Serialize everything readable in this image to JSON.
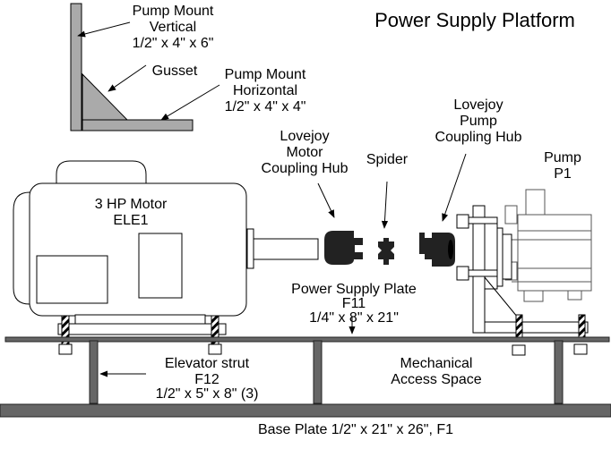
{
  "title": "Power Supply Platform",
  "labels": {
    "pump_mount_vertical": [
      "Pump Mount",
      "Vertical",
      "1/2\" x 4\" x 6\""
    ],
    "gusset": [
      "Gusset"
    ],
    "pump_mount_horizontal": [
      "Pump Mount",
      "Horizontal",
      "1/2\" x 4\" x 4\""
    ],
    "motor_hub": [
      "Lovejoy",
      "Motor",
      "Coupling Hub"
    ],
    "spider": [
      "Spider"
    ],
    "pump_hub": [
      "Lovejoy",
      "Pump",
      "Coupling Hub"
    ],
    "pump": [
      "Pump",
      "P1"
    ],
    "motor": [
      "3 HP Motor",
      "ELE1"
    ],
    "power_supply_plate": [
      "Power Supply Plate",
      "F11",
      "1/4\" x 8\" x 21\""
    ],
    "elevator_strut": [
      "Elevator strut",
      "F12",
      "1/2\" x 5\" x 8\" (3)"
    ],
    "access_space": [
      "Mechanical",
      "Access Space"
    ],
    "base_plate": [
      "Base Plate 1/2\" x 21\" x 26\", F1"
    ]
  },
  "colors": {
    "steel": "#aaaaaa",
    "plate": "#666666",
    "hub": "#222222"
  }
}
